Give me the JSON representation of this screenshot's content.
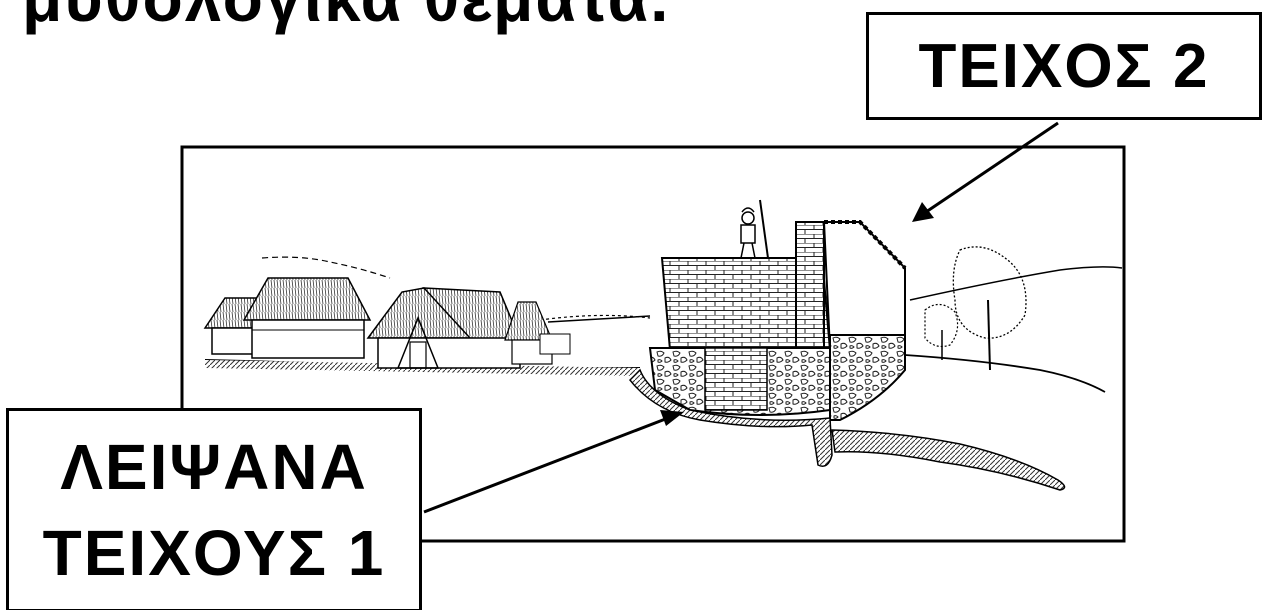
{
  "heading": "μυθολογικά θέματα.",
  "labels": {
    "upper": "ΤΕΙΧΟΣ 2",
    "lower_line1": "ΛΕΙΨΑΝΑ",
    "lower_line2": "ΤΕΙΧΟΥΣ 1"
  },
  "colors": {
    "ink": "#000000",
    "paper": "#ffffff"
  }
}
